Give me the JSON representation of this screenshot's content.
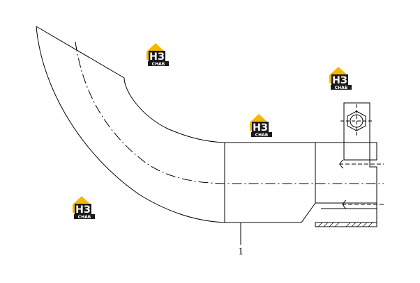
{
  "diagram": {
    "parts": [
      {
        "callout": "1"
      }
    ]
  },
  "watermark": {
    "logo_letters": "НЗ",
    "logo_caption": "СНАБ",
    "colors": {
      "accent": "#f5b800",
      "dark": "#1a1a1a",
      "light": "#ffffff"
    }
  },
  "colors": {
    "line": "#000000",
    "background": "#ffffff"
  }
}
